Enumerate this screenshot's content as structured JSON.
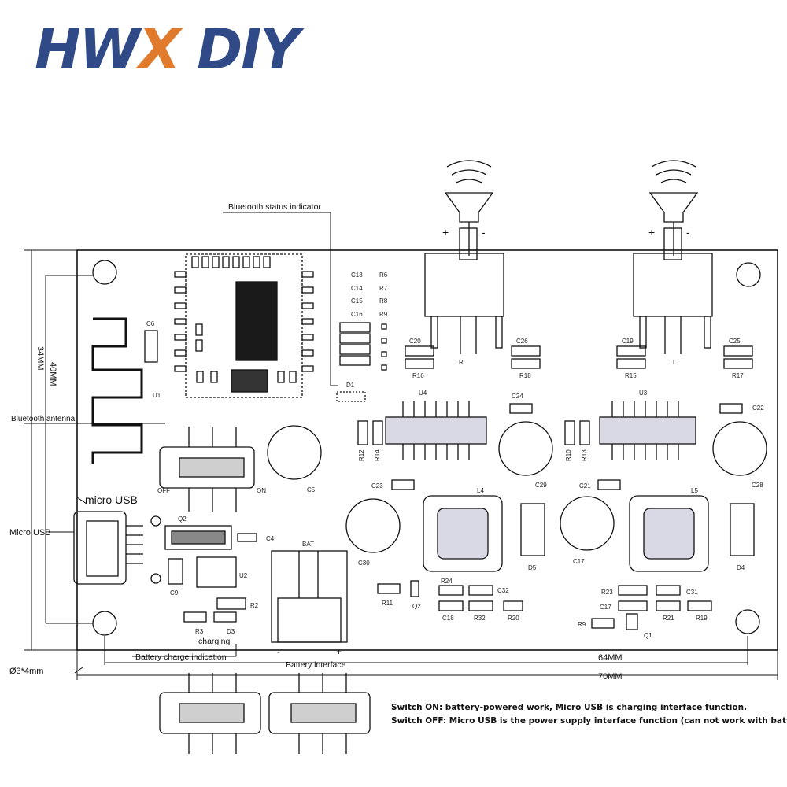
{
  "logo": {
    "text_part1": "HW",
    "text_part2": "X",
    "text_part3": " DIY",
    "color_primary": "#2f4a86",
    "color_accent": "#e07a2c"
  },
  "labels": {
    "bt_status": "Bluetooth status indicator",
    "bt_antenna": "Bluetooth antenna",
    "micro_usb_top": "micro USB",
    "micro_usb_side": "Micro USB",
    "charging": "charging",
    "battery_charge": "Battery charge indication",
    "battery_interface": "Battery interface",
    "hole": "Ø3*4mm",
    "dim_34": "34MM",
    "dim_40": "40MM",
    "dim_64": "64MM",
    "dim_70": "70MM",
    "off": "OFF",
    "on": "ON",
    "bat": "BAT",
    "plus": "+",
    "minus": "-",
    "ch_r": "R",
    "ch_l": "L"
  },
  "components": {
    "c13": "C13",
    "c14": "C14",
    "c15": "C15",
    "c16": "C16",
    "r6": "R6",
    "r7": "R7",
    "r8": "R8",
    "r9": "R9",
    "c6": "C6",
    "u1": "U1",
    "d1": "D1",
    "c20": "C20",
    "r16": "R16",
    "c26": "C26",
    "r18": "R18",
    "c19": "C19",
    "r15": "R15",
    "c25": "C25",
    "r17": "R17",
    "u4": "U4",
    "u3": "U3",
    "c24": "C24",
    "c22": "C22",
    "r12": "R12",
    "r14": "R14",
    "r10": "R10",
    "r13": "R13",
    "c5": "C5",
    "c29": "C29",
    "c28": "C28",
    "c23": "C23",
    "c21": "C21",
    "l4": "L4",
    "l5": "L5",
    "c30": "C30",
    "c17": "C17",
    "d5": "D5",
    "d4": "D4",
    "q2_label": "Q2",
    "c4": "C4",
    "u2": "U2",
    "c9": "C9",
    "r2": "R2",
    "r3": "R3",
    "d3": "D3",
    "r11": "R11",
    "r24": "R24",
    "c32": "C32",
    "c18": "C18",
    "r32": "R32",
    "r20": "R20",
    "q2": "Q2",
    "r23": "R23",
    "c31": "C31",
    "c17b": "C17",
    "r21": "R21",
    "r19": "R19",
    "r9b": "R9",
    "q1": "Q1"
  },
  "notes": {
    "switch_on": "Switch ON: battery-powered work, Micro USB is charging interface function.",
    "switch_off": "Switch OFF: Micro USB is the power supply interface function (can not work with batteries)."
  }
}
